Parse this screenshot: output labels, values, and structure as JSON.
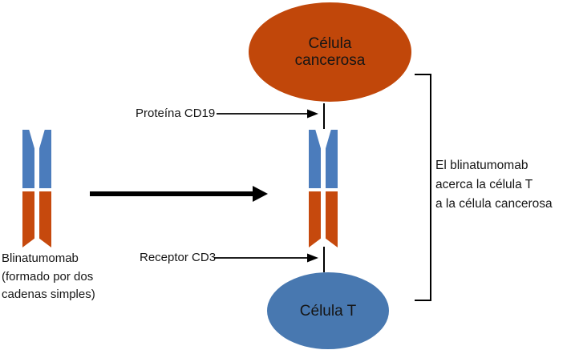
{
  "diagram": {
    "cancer_cell": {
      "label_line1": "Célula",
      "label_line2": "cancerosa"
    },
    "t_cell": {
      "label": "Célula T"
    },
    "blinatumomab_caption": {
      "line1": "Blinatumomab",
      "line2": "(formado por dos",
      "line3": "cadenas simples)"
    },
    "cd19_label": "Proteína CD19",
    "cd3_label": "Receptor CD3",
    "bracket_note": {
      "line1": "El blinatumomab",
      "line2": "acerca la célula T",
      "line3": "a la célula cancerosa"
    },
    "colors": {
      "cancer_cell": "#c1470a",
      "t_cell": "#4878b0",
      "chain_blue": "#4b7cbc",
      "chain_orange": "#c6490d",
      "line": "#000000"
    }
  }
}
